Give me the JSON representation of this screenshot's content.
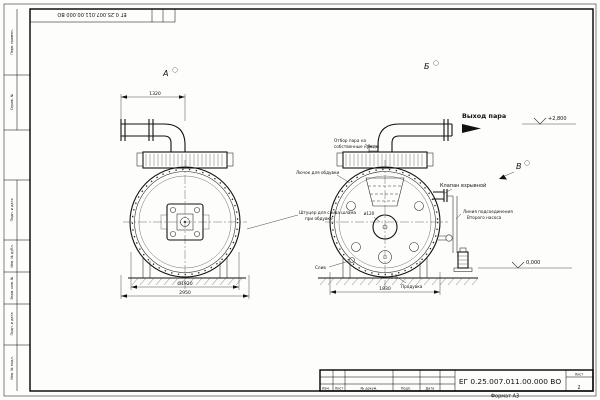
{
  "frame": {
    "doc_number_top": "ЕГ 0.25.007.011.00.000 ВО",
    "side_labels": {
      "perv": "Перв. примен.",
      "sprav": "Справ. №",
      "podp1": "Подп. и дата",
      "inv_dubl": "Инв. № дубл.",
      "vzam": "Взам. инв. №",
      "podp2": "Подп. и дата",
      "inv_podl": "Инв. № подл."
    }
  },
  "title_block": {
    "doc_number": "ЕГ 0.25.007.011.00.000  ВО",
    "col_izm": "Изм.",
    "col_list": "Лист",
    "col_docnum": "№ докум.",
    "col_podp": "Подп.",
    "col_data": "Дата",
    "sheet_label": "Лист",
    "sheet_value": "2",
    "format_label": "Формат А3"
  },
  "views": {
    "a": "А",
    "b": "Б",
    "v": "В"
  },
  "dims": {
    "pipe_len": "1320",
    "diameter": "Ø1920",
    "width_a": "2950",
    "width_b": "1830",
    "hole": "ø120"
  },
  "annotations": {
    "steam_out": "Выход пара",
    "elev_top": "+2,800",
    "elev_zero": "0,000",
    "own_needs_1": "Отбор пара на",
    "own_needs_2": "собственные нужды",
    "hatch": "Лючок для обдувки",
    "sludge_1": "Штуцер для слива шлама",
    "sludge_2": "при обдувке",
    "explosion_valve": "Клапан взрывной",
    "pump_line_1": "Линия подсоединения",
    "pump_line_2": "Второго насоса",
    "drain": "Слив",
    "blowdown": "Продувка"
  }
}
